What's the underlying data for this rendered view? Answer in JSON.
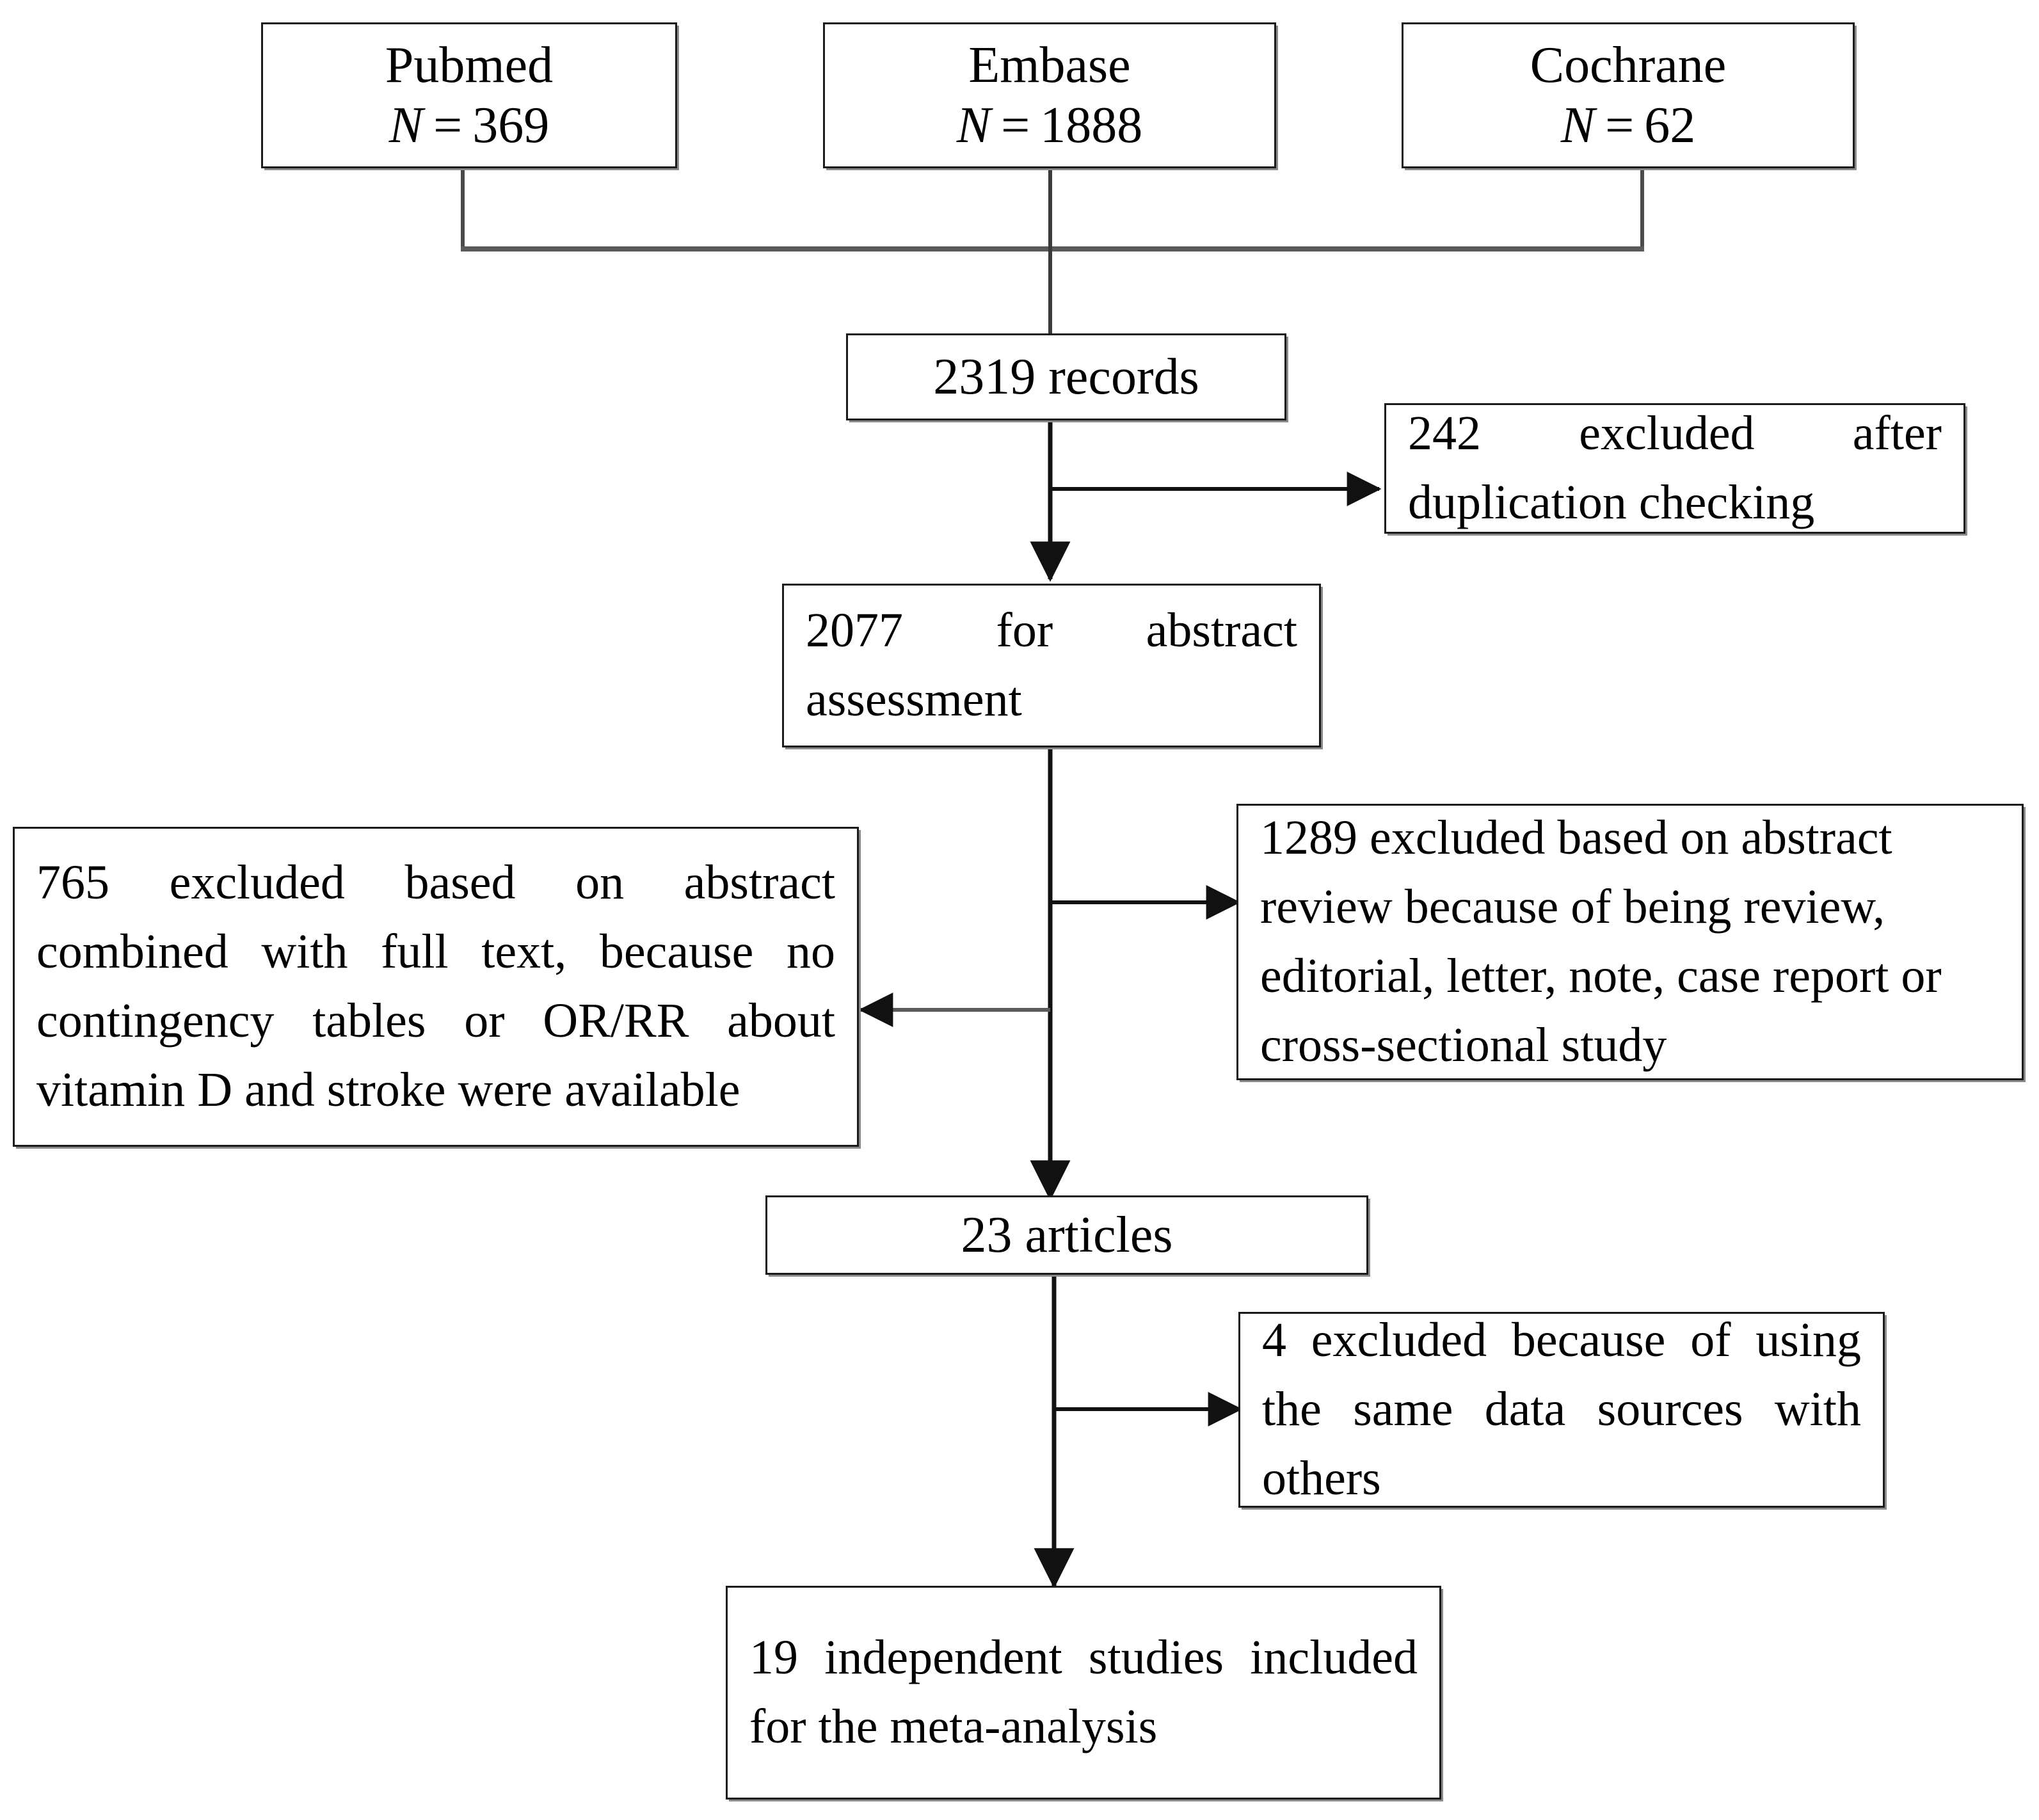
{
  "diagram": {
    "type": "prisma-flow-diagram",
    "title": "Study selection flow diagram",
    "stroke_color": "#1a1a1a",
    "shadow_color": "#8a8a8a",
    "background": "#ffffff"
  },
  "sources": [
    {
      "name": "Pubmed",
      "count_label": "N",
      "equals": "=",
      "count": "369"
    },
    {
      "name": "Embase",
      "count_label": "N",
      "equals": "=",
      "count": "1888"
    },
    {
      "name": "Cochrane",
      "count_label": "N",
      "equals": "=",
      "count": "62"
    }
  ],
  "flow": {
    "records": "2319 records",
    "abstract_assessment": "2077 for abstract assessment",
    "articles": "23 articles",
    "included": "19 independent studies included for the meta-analysis"
  },
  "exclusions": {
    "duplicates": "242 excluded after duplication checking",
    "abstract_review": "1289 excluded based on abstract review because of being review, editorial, letter, note, case report or cross-sectional study",
    "full_text": "765 excluded based on abstract combined with full text, because no contingency tables or OR/RR about vitamin D and stroke were available",
    "same_data": "4 excluded because of using the same data sources with others"
  }
}
